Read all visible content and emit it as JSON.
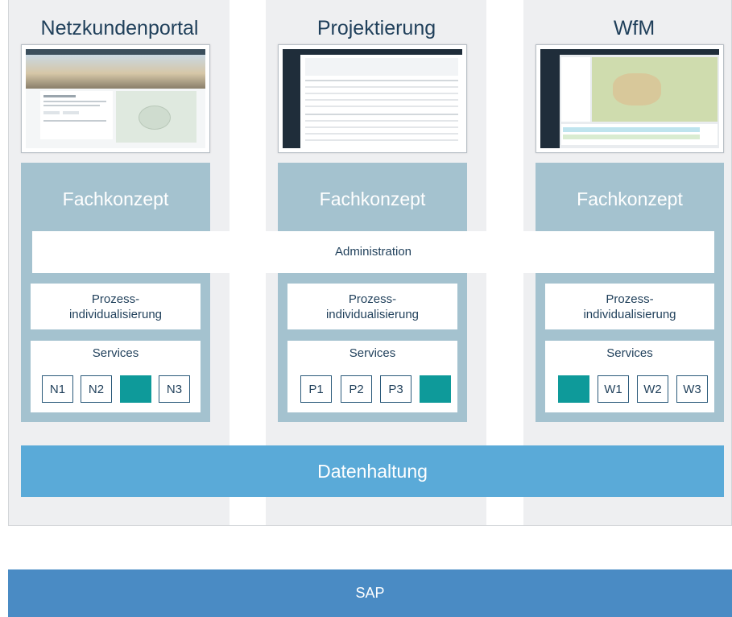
{
  "columns": [
    {
      "title": "Netzkundenportal",
      "fachkonzept": "Fachkonzept",
      "process_line1": "Prozess-",
      "process_line2": "individualisierung",
      "services_title": "Services",
      "services": [
        "N1",
        "N2",
        "",
        "N3"
      ],
      "filled_index": 2
    },
    {
      "title": "Projektierung",
      "fachkonzept": "Fachkonzept",
      "process_line1": "Prozess-",
      "process_line2": "individualisierung",
      "services_title": "Services",
      "services": [
        "P1",
        "P2",
        "P3",
        ""
      ],
      "filled_index": 3
    },
    {
      "title": "WfM",
      "fachkonzept": "Fachkonzept",
      "process_line1": "Prozess-",
      "process_line2": "individualisierung",
      "services_title": "Services",
      "services": [
        "",
        "W1",
        "W2",
        "W3"
      ],
      "filled_index": 0
    }
  ],
  "administration": "Administration",
  "datenhaltung": "Datenhaltung",
  "sap": "SAP",
  "colors": {
    "column_bg": "#eeeff1",
    "fachkonzept": "#a4c2cf",
    "datenhaltung": "#5aaad8",
    "sap": "#4a8bc4",
    "service_filled": "#0e9a9a",
    "text": "#1f3f5a"
  }
}
